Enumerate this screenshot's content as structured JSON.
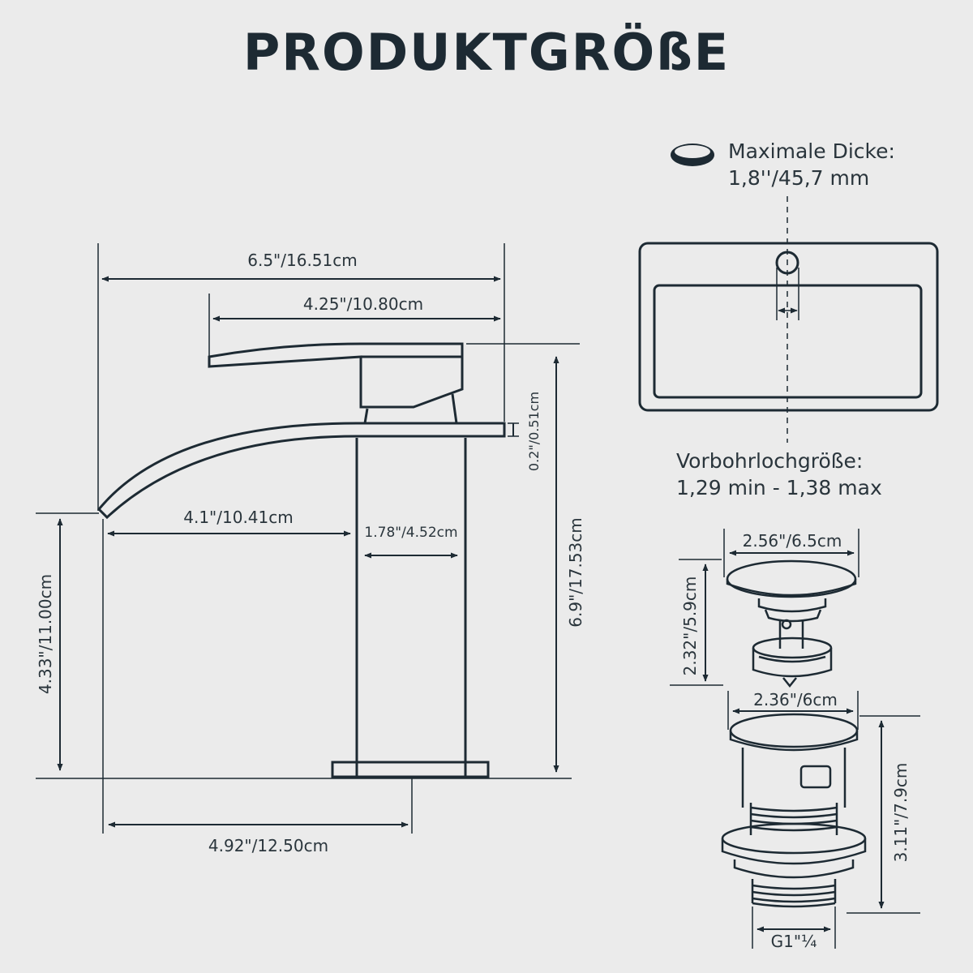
{
  "title": "PRODUKTGRÖßE",
  "faucet": {
    "overall_width": "6.5\"/16.51cm",
    "handle_length": "4.25\"/10.80cm",
    "total_height": "6.9\"/17.53cm",
    "spout_thickness": "0.2\"/0.51cm",
    "spout_reach": "4.1\"/10.41cm",
    "body_width": "1.78\"/4.52cm",
    "spout_height": "4.33\"/11.00cm",
    "base_to_spout": "4.92\"/12.50cm"
  },
  "sink": {
    "max_thickness_label": "Maximale Dicke:",
    "max_thickness_value": "1,8''/45,7 mm",
    "hole_size_label": "Vorbohrlochgröße:",
    "hole_size_value": "1,29 min - 1,38 max"
  },
  "drain": {
    "cap_diameter": "2.56\"/6.5cm",
    "cap_height": "2.32\"/5.9cm",
    "body_diameter": "2.36\"/6cm",
    "body_height": "3.11\"/7.9cm",
    "thread": "G1\"¼"
  },
  "colors": {
    "ink": "#1d2a33",
    "background": "#ebebeb"
  }
}
